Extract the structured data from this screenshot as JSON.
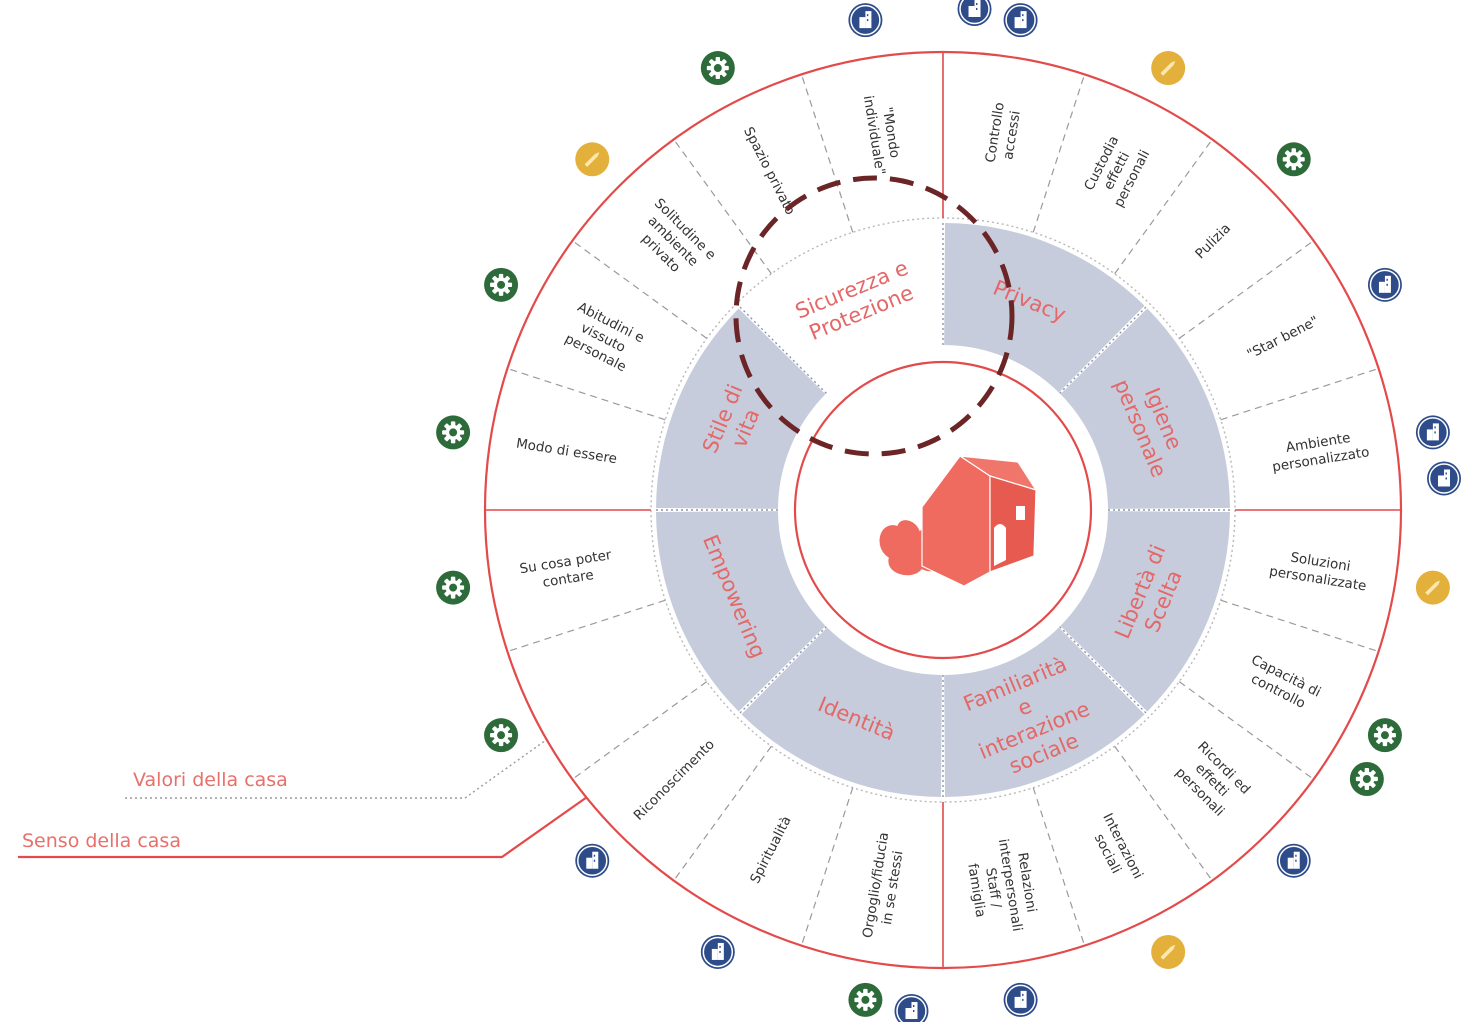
{
  "colors": {
    "accent": "#e34a4a",
    "value_text": "#e36868",
    "value_band": "#c6ccdb",
    "dashed_circle": "#6b2526",
    "house": "#ef6a5f",
    "icon_blue": "#2e4c8a",
    "icon_green": "#2e6b3a",
    "icon_yellow": "#e3b03c"
  },
  "legend": {
    "values_label": "Valori della casa",
    "sense_label": "Senso della casa"
  },
  "center": {
    "icon": "house-with-bush-icon"
  },
  "values": [
    {
      "label": "Privacy",
      "highlighted": true
    },
    {
      "label": "Igiene personale",
      "highlighted": true
    },
    {
      "label": "Libertà di Scelta",
      "highlighted": true
    },
    {
      "label": "Familiarità e interazione sociale",
      "highlighted": true
    },
    {
      "label": "Identità",
      "highlighted": true
    },
    {
      "label": "Empowering",
      "highlighted": true
    },
    {
      "label": "Stile di vita",
      "highlighted": true
    },
    {
      "label": "Sicurezza e Protezione",
      "highlighted": false
    }
  ],
  "senses": [
    {
      "label": "Controllo accessi",
      "icon": "building-icon"
    },
    {
      "label": "Custodia effetti personali",
      "icon": "pencil-icon"
    },
    {
      "label": "Pulizia",
      "icon": "gear-icon"
    },
    {
      "label": "\"Star bene\"",
      "icon": "building-icon"
    },
    {
      "label": "Ambiente personalizzato",
      "icon": "building-icon"
    },
    {
      "label": "Soluzioni personalizzate",
      "icon": "pencil-icon"
    },
    {
      "label": "Capacità di controllo",
      "icon": "gear-icon"
    },
    {
      "label": "Ricordi ed effetti personali",
      "icon": "building-icon"
    },
    {
      "label": "Interazioni sociali",
      "icon": "pencil-icon"
    },
    {
      "label": "Relazioni interpersonali Staff / famiglia",
      "icon": "building-icon"
    },
    {
      "label": "Orgoglio/fiducia in se stessi",
      "icon": "gear-icon"
    },
    {
      "label": "Spiritualità",
      "icon": "building-icon"
    },
    {
      "label": "Riconoscimento",
      "icon": "building-icon"
    },
    {
      "label": "",
      "icon": "gear-icon"
    },
    {
      "label": "Su cosa poter contare",
      "icon": "gear-icon"
    },
    {
      "label": "Modo di essere",
      "icon": "gear-icon"
    },
    {
      "label": "Abitudini e vissuto personale",
      "icon": "gear-icon"
    },
    {
      "label": "Solitudine e ambiente privato",
      "icon": "pencil-icon"
    },
    {
      "label": "Spazio privato",
      "icon": "gear-icon"
    },
    {
      "label": "\"Mondo individuale\"",
      "icon": "building-icon"
    }
  ],
  "extra_icons": [
    {
      "icon": "building-icon"
    },
    {
      "icon": "building-icon"
    },
    {
      "icon": "gear-icon"
    },
    {
      "icon": "building-icon"
    }
  ]
}
